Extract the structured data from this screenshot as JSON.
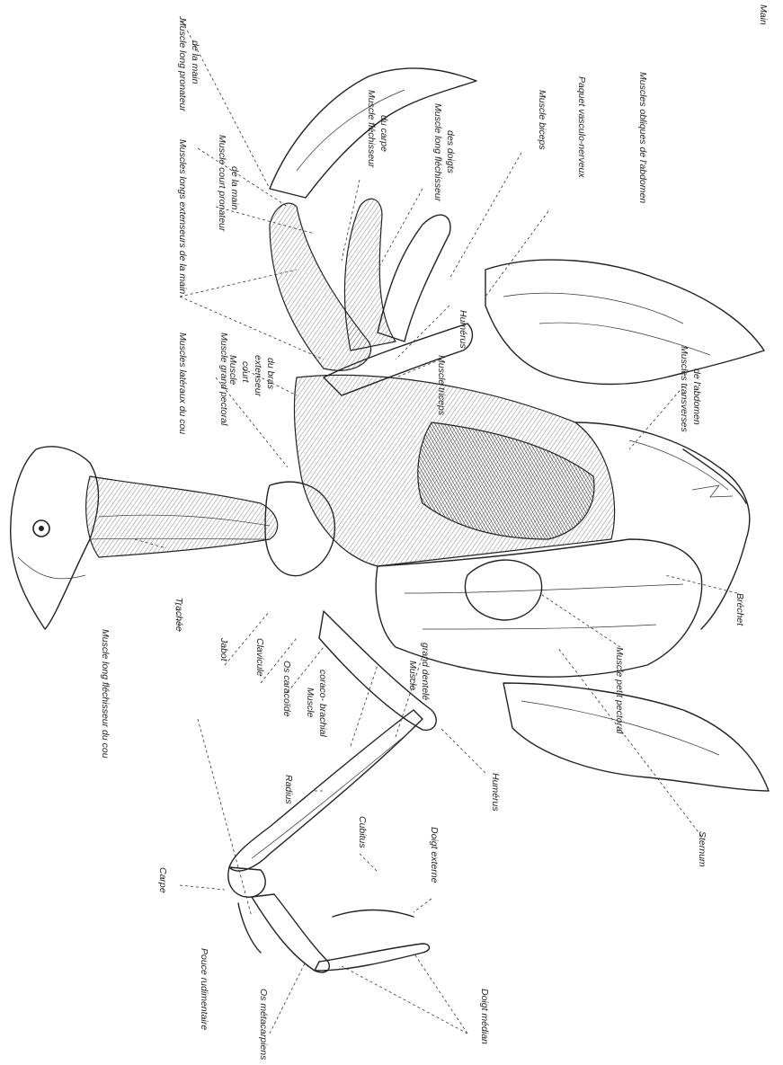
{
  "labels": {
    "main": "Main",
    "muscle_long_pronateur": "Muscle long pronateur",
    "de_la_main": "de la main",
    "muscles_longs_extenseurs": "Muscles longs extenseurs de la main",
    "muscle_court_pronateur": "Muscle court pronateur",
    "de_la_main_2": "de la main",
    "muscle_flechisseur": "Muscle fléchisseur",
    "du_carpe": "du carpe",
    "muscle_long_flechisseur": "Muscle long fléchisseur",
    "des_doigts": "des doigts",
    "muscle_biceps": "Muscle biceps",
    "paquet_vasculo": "Paquet vasculo-nerveux",
    "muscles_obliques": "Muscles obliques de l'abdomen",
    "humerus_top": "Humérus",
    "muscle_triceps": "Muscle triceps",
    "muscles_lateraux": "Muscles latéraux du cou",
    "muscle_grand_pectoral": "Muscle grand pectoral",
    "muscle_court_extenseur_1": "Muscle",
    "muscle_court_extenseur_2": "court",
    "muscle_court_extenseur_3": "extenseur",
    "muscle_court_extenseur_4": "du bras",
    "muscles_transverses": "Muscles transverses",
    "de_abdomen": "de l'abdomen",
    "muscle_long_flechisseur_cou": "Muscle long fléchisseur du cou",
    "trachee": "Trachée",
    "jabot": "Jabot",
    "clavicule": "Clavicule",
    "os_caracoide": "Os caracoïde",
    "muscle_coraco_1": "Muscle",
    "muscle_coraco_2": "coraco- brachial",
    "muscle_grand_dentele_1": "Muscle",
    "muscle_grand_dentele_2": "grand dentelé",
    "muscle_petit_pectoral": "Muscle petit pectoral",
    "brechet": "Bréchet",
    "sternum": "Sternum",
    "humerus_bottom": "Humérus",
    "radius": "Radius",
    "cubitus": "Cubitus",
    "doigt_externe": "Doigt externe",
    "carpe": "Carpe",
    "pouce_rudimentaire": "Pouce rudimentaire",
    "os_metacarpiens": "Os métacarpiens",
    "doigt_median": "Doigt médian"
  }
}
